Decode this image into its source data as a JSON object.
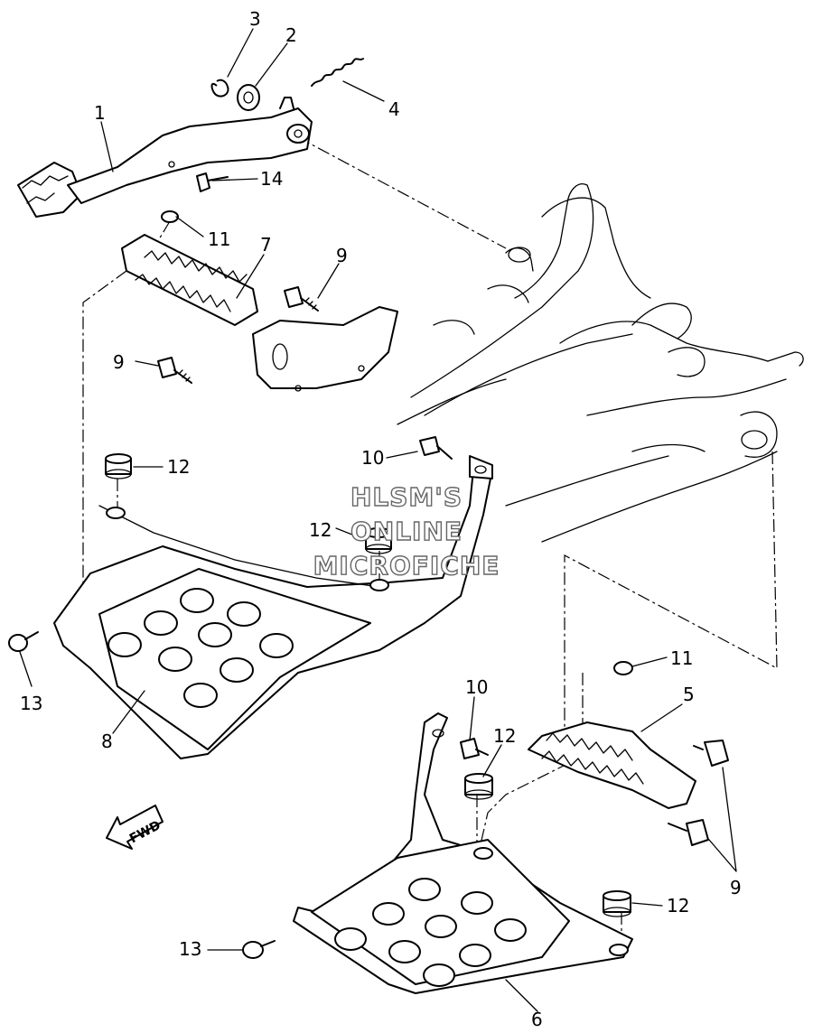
{
  "diagram": {
    "callouts": {
      "c1": "1",
      "c2": "2",
      "c3": "3",
      "c4": "4",
      "c5": "5",
      "c6": "6",
      "c7": "7",
      "c8": "8",
      "c9a": "9",
      "c9b": "9",
      "c9c": "9",
      "c10a": "10",
      "c10b": "10",
      "c11a": "11",
      "c11b": "11",
      "c12a": "12",
      "c12b": "12",
      "c12c": "12",
      "c12d": "12",
      "c13a": "13",
      "c13b": "13",
      "c14": "14"
    },
    "fwd_label": "FWD",
    "watermark": {
      "line1": "HLSM'S",
      "line2": "ONLINE",
      "line3": "MICROFICHE"
    }
  }
}
